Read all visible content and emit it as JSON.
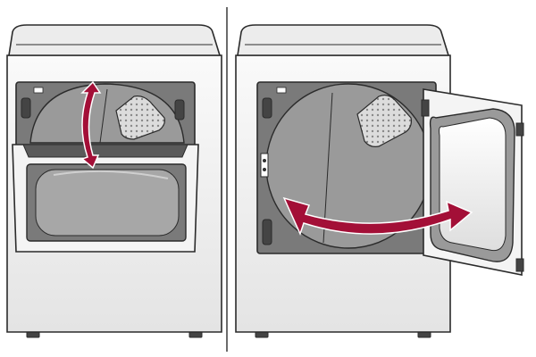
{
  "panels": [
    {
      "id": "left",
      "door": "drop-down",
      "arrow": "vertical-double"
    },
    {
      "id": "right",
      "door": "swing-open",
      "arrow": "horizontal-double"
    }
  ],
  "colors": {
    "outline": "#2b2b2b",
    "body_fill": "#f4f4f4",
    "body_shade": "#e6e6e6",
    "top_fill": "#ececec",
    "inner_gray": "#7a7a7a",
    "drum_fill": "#9a9a9a",
    "drum_dark": "#8a8a8a",
    "glass_fill": "#f2f2f2",
    "arrow": "#a30f37",
    "divider": "#3a3a3a"
  },
  "icons": {
    "rotate_arrow": "vertical-double-arrow-icon",
    "swing_arrow": "horizontal-double-arrow-icon"
  }
}
